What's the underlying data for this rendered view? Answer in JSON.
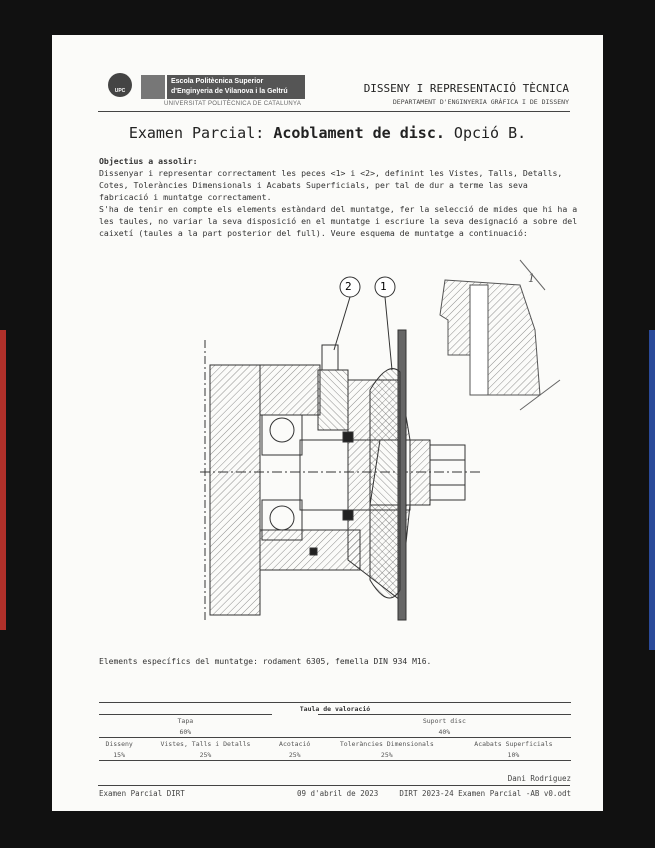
{
  "header": {
    "logo_text": "UPC",
    "school_line1": "Escola Politècnica Superior",
    "school_line2": "d'Enginyeria de Vilanova i la Geltrú",
    "university": "UNIVERSITAT POLITÈCNICA DE CATALUNYA",
    "course": "DISSENY I REPRESENTACIÓ TÈCNICA",
    "department": "DEPARTAMENT D'ENGINYERIA GRÀFICA I DE DISSENY"
  },
  "title": {
    "prefix": "Examen Parcial: ",
    "bold": "Acoblament de disc.",
    "suffix": " Opció B."
  },
  "objectives": {
    "heading": "Objectius a assolir:",
    "p1": "Dissenyar i representar correctament les peces <1> i <2>, definint les Vistes, Talls, Detalls, Cotes, Toleràncies Dimensionals i Acabats Superficials, per tal de dur a terme las seva fabricació i muntatge correctament.",
    "p2": "S'ha de tenir en compte els elements estàndard del muntatge, fer la selecció de mides que hi ha a les taules, no variar la seva disposició en el muntatge i escriure la seva designació a sobre del caixetí (taules a la part posterior del full). Veure esquema de muntatge a continuació:"
  },
  "drawing": {
    "balloon_1": "1",
    "balloon_2": "2",
    "sketch_label": "1"
  },
  "elements": "Elements específics del muntatge: rodament 6305, femella DIN 934 M16.",
  "table": {
    "title": "Taula de valoració",
    "groups": [
      {
        "name": "Tapa",
        "weight": "60%"
      },
      {
        "name": "Suport disc",
        "weight": "40%"
      }
    ],
    "criteria": [
      {
        "name": "Disseny",
        "weight": "15%"
      },
      {
        "name": "Vistes, Talls i Detalls",
        "weight": "25%"
      },
      {
        "name": "Acotació",
        "weight": "25%"
      },
      {
        "name": "Toleràncies Dimensionals",
        "weight": "25%"
      },
      {
        "name": "Acabats Superficials",
        "weight": "10%"
      }
    ]
  },
  "footer": {
    "author": "Dani Rodriguez",
    "left": "Examen Parcial DIRT",
    "date": "09 d'abril de 2023",
    "file": "DIRT 2023-24 Examen Parcial -AB v0.odt"
  }
}
